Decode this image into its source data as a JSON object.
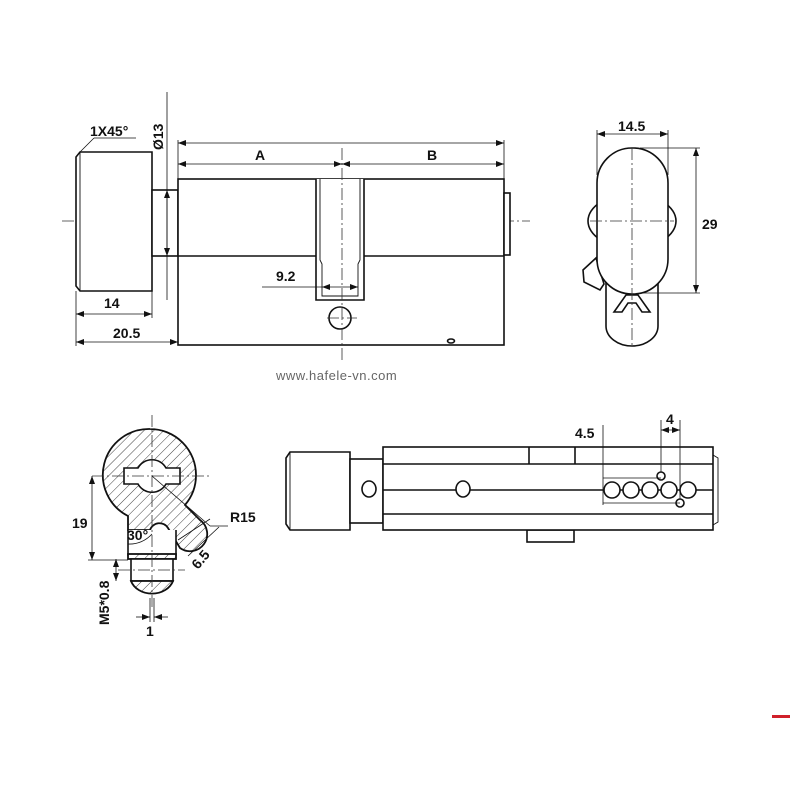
{
  "front_view": {
    "chamfer_label": "1X45°",
    "diameter_label": "Ø13",
    "dim_a_label": "A",
    "dim_b_label": "B",
    "cam_width_label": "9.2",
    "knob_length_label": "14",
    "knob_offset_label": "20.5"
  },
  "side_view": {
    "width_label": "14.5",
    "height_label": "29"
  },
  "watermark": "www.hafele-vn.com",
  "cam_detail": {
    "height_label": "19",
    "radius_label": "R15",
    "angle_label": "30°",
    "width_label": "6.5",
    "thread_label": "M5*0.8",
    "offset_label": "1"
  },
  "top_view": {
    "pin_offset_label": "4.5",
    "pin_pitch_label": "4"
  },
  "colors": {
    "accent": "#d0202a"
  }
}
